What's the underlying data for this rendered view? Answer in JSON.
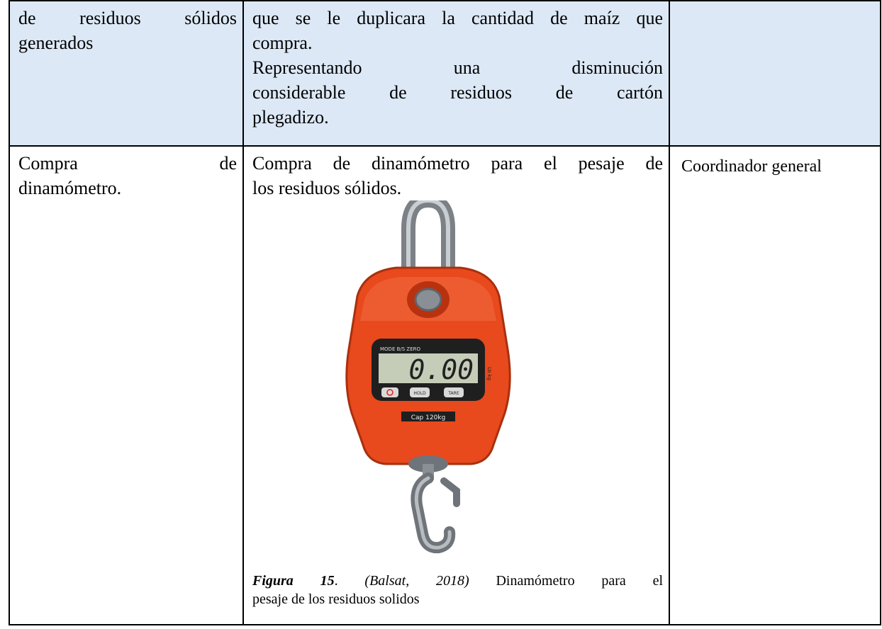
{
  "table": {
    "row1": {
      "col1_lines": [
        "de residuos sólidos",
        "generados"
      ],
      "col2_lines": [
        "que se le duplicara la cantidad de maíz que",
        "compra.",
        "Representando una disminución",
        "considerable de residuos de cartón",
        "plegadizo."
      ],
      "col3": ""
    },
    "row2": {
      "col1_lines": [
        "Compra de",
        "dinamómetro."
      ],
      "col2_lines": [
        "Compra de dinamómetro para el pesaje de",
        "los residuos sólidos."
      ],
      "col3": "Coordinador general",
      "figure": {
        "display_readout": "0.00",
        "display_header": "MODE  B/S  ZERO",
        "buttons": [
          "HOLD",
          "TARE"
        ],
        "capacity_label": "Cap 120kg",
        "side_units": "Lb kg",
        "colors": {
          "body": "#e8491d",
          "body_dark": "#b8320f",
          "lcd": "#c5cdb8",
          "steel": "#8a8f95"
        }
      },
      "caption": {
        "label": "Figura 15",
        "citation": "(Balsat, 2018)",
        "text": "Dinamómetro para el",
        "text_line2": "pesaje de los residuos solidos"
      }
    }
  }
}
